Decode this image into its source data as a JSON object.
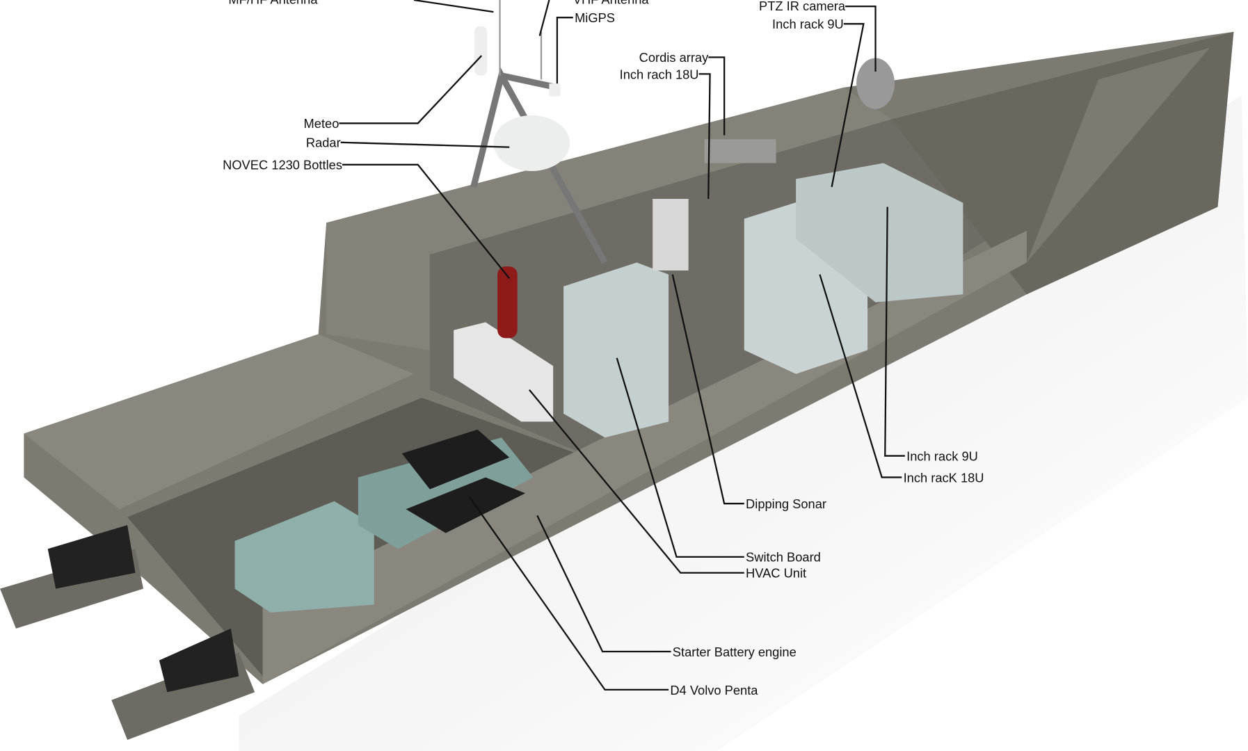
{
  "title": "Unmanned surface vessel equipment layout",
  "labels": {
    "mfhf_antenna": "MF/HF Antenna",
    "vhf_antenna": "VHF Antenna",
    "migps": "MiGPS",
    "meteo": "Meteo",
    "radar": "Radar",
    "novec": "NOVEC 1230 Bottles",
    "ptz_camera": "PTZ IR camera",
    "inch_rack_9u_top": "Inch rack 9U",
    "cordis_array": "Cordis array",
    "inch_rach_18u": "Inch rach 18U",
    "inch_rack_9u": "Inch rack 9U",
    "inch_rack_18u": "Inch racK 18U",
    "dipping_sonar": "Dipping Sonar",
    "switch_board": "Switch Board",
    "hvac_unit": "HVAC Unit",
    "starter_battery": "Starter Battery engine",
    "d4_volvo": "D4 Volvo Penta"
  },
  "colors": {
    "hull": "#7d7a72",
    "hull_dark": "#5f5c56",
    "equipment": "#c9d3d3",
    "engine": "#8fb0aa",
    "bottle": "#8e1a1a"
  }
}
